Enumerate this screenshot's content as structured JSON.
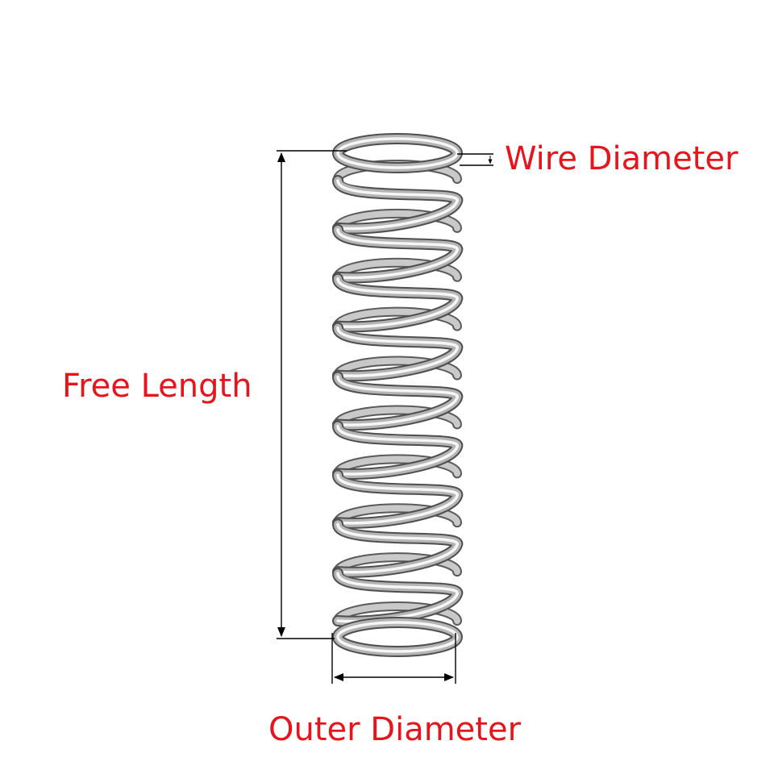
{
  "colors": {
    "label": "#e8141b",
    "dimension_line": "#000000",
    "background": "#ffffff",
    "steel_dark": "#5d5d5d",
    "steel_mid": "#a8a8a8",
    "steel_light": "#f2f2f2"
  },
  "labels": {
    "wire_diameter": "Wire Diameter",
    "free_length": "Free Length",
    "outer_diameter": "Outer Diameter"
  },
  "subject": {
    "icon": "compression-spring-icon",
    "active_coils": 9
  }
}
